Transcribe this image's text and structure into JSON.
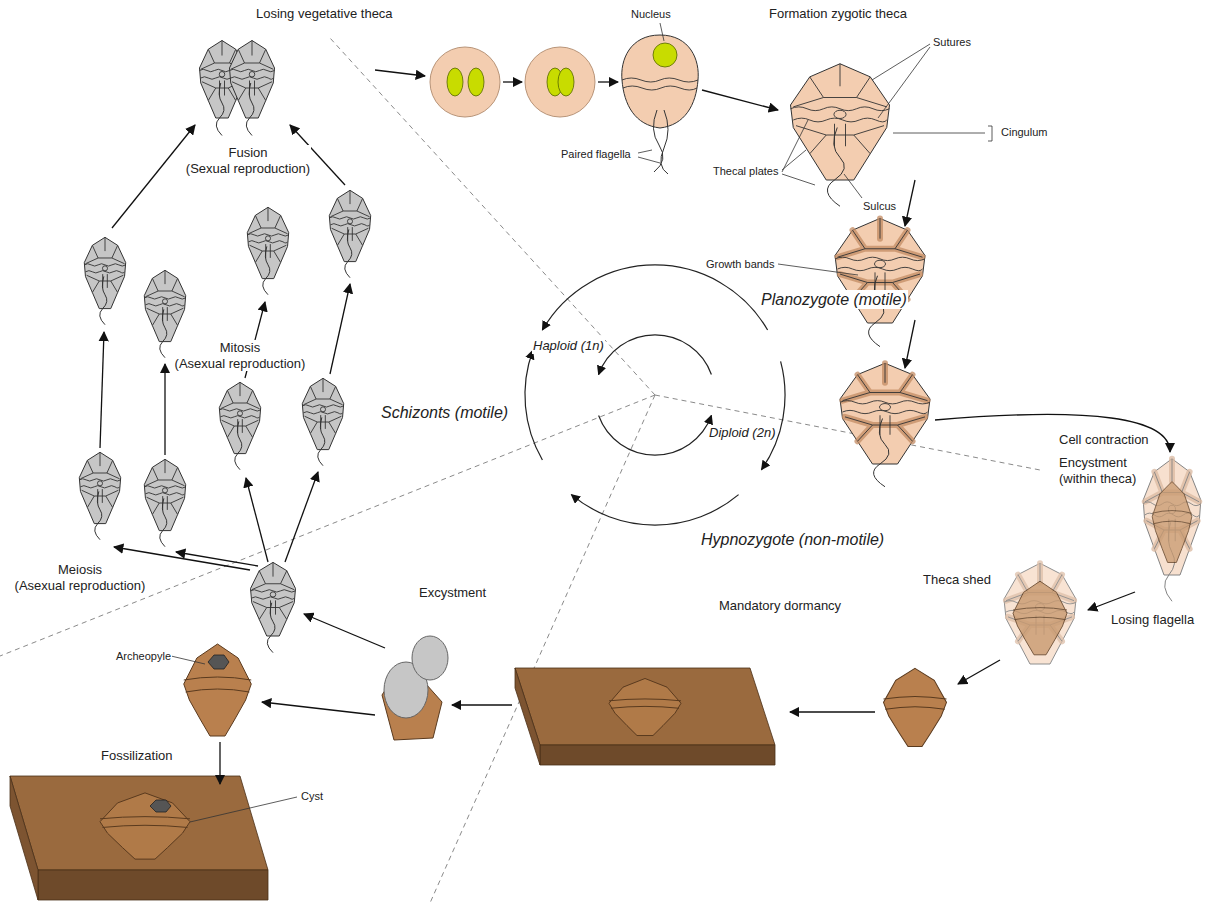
{
  "diagram": {
    "labels": [
      "Losing vegetative theca",
      "Nucleus",
      "Formation zygotic theca",
      "Sutures",
      "Cingulum",
      "Paired flagella",
      "Thecal plates",
      "Sulcus",
      "Fusion (Sexual reproduction)",
      "Growth bands",
      "Mitosis (Asexual reproduction)",
      "Planozygote (motile)",
      "Haploid (1n)",
      "Schizonts (motile)",
      "Diploid (2n)",
      "Cell contraction",
      "Encystment (within theca)",
      "Hypnozygote (non-motile)",
      "Meiosis (Asexual reproduction)",
      "Theca shed",
      "Losing flagella",
      "Mandatory dormancy",
      "Excystment",
      "Archeopyle",
      "Fossilization",
      "Cyst"
    ]
  }
}
